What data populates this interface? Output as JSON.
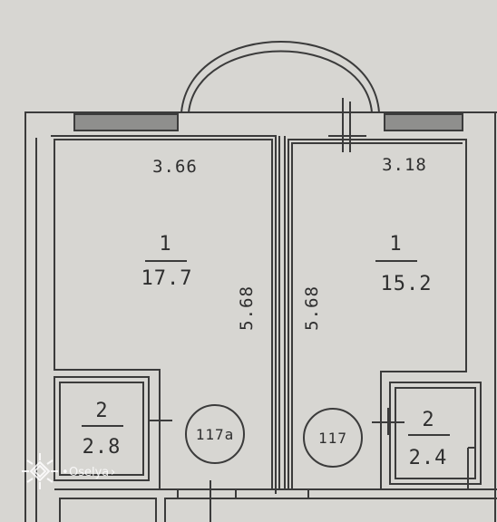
{
  "rooms": [
    {
      "number": "1",
      "area": "17.7",
      "width": "3.66",
      "length": "5.68"
    },
    {
      "number": "1",
      "area": "15.2",
      "width": "3.18",
      "length": "5.68"
    },
    {
      "number": "2",
      "area": "2.8"
    },
    {
      "number": "2",
      "area": "2.4"
    }
  ],
  "shafts": [
    {
      "label": "117a"
    },
    {
      "label": "117"
    }
  ],
  "watermark": {
    "text": "Oselya",
    "logo_icon": "snowflake-ornament-icon"
  },
  "colors": {
    "paper": "#d7d6d2",
    "line": "#3b3b3b",
    "window_fill": "#8f8f8d"
  }
}
